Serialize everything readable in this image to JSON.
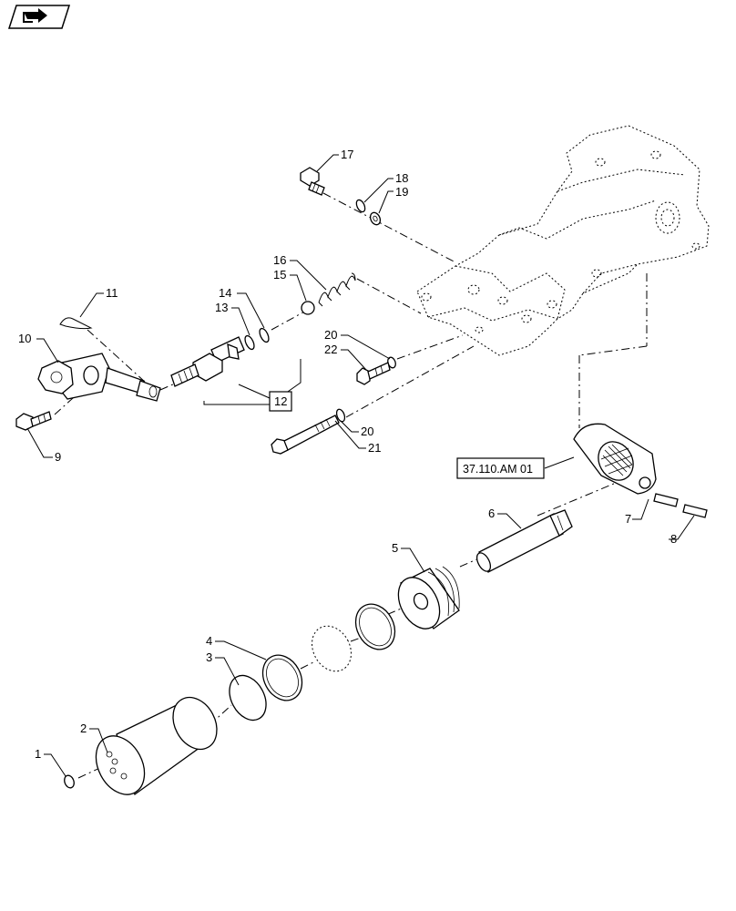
{
  "header": {
    "icon": "return-arrow-icon"
  },
  "callouts": {
    "c1": "1",
    "c2": "2",
    "c3": "3",
    "c4": "4",
    "c5": "5",
    "c6": "6",
    "c7": "7",
    "c8": "8",
    "c9": "9",
    "c10": "10",
    "c11": "11",
    "c12": "12",
    "c13": "13",
    "c14": "14",
    "c15": "15",
    "c16": "16",
    "c17": "17",
    "c18": "18",
    "c19": "19",
    "c20a": "20",
    "c20b": "20",
    "c21": "21",
    "c22": "22"
  },
  "references": {
    "housing_ref": "37.110.AM 01"
  }
}
